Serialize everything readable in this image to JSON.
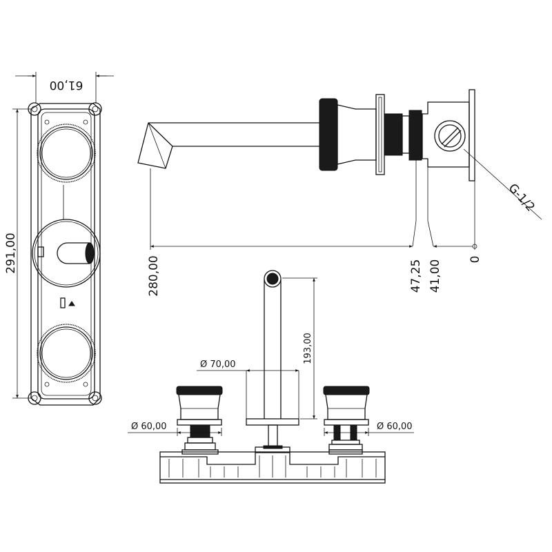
{
  "drawing": {
    "front_view": {
      "width_dim": "61,00",
      "height_dim": "291,00"
    },
    "side_view": {
      "dim_spout": "280,00",
      "dim_a": "47,25",
      "dim_b": "41,00",
      "dim_zero": "0",
      "thread": "G-1/2"
    },
    "bottom_view": {
      "spout_diameter": "Ø 70,00",
      "spout_height": "193,00",
      "left_handle_diameter": "Ø 60,00",
      "right_handle_diameter": "Ø 60,00"
    }
  }
}
